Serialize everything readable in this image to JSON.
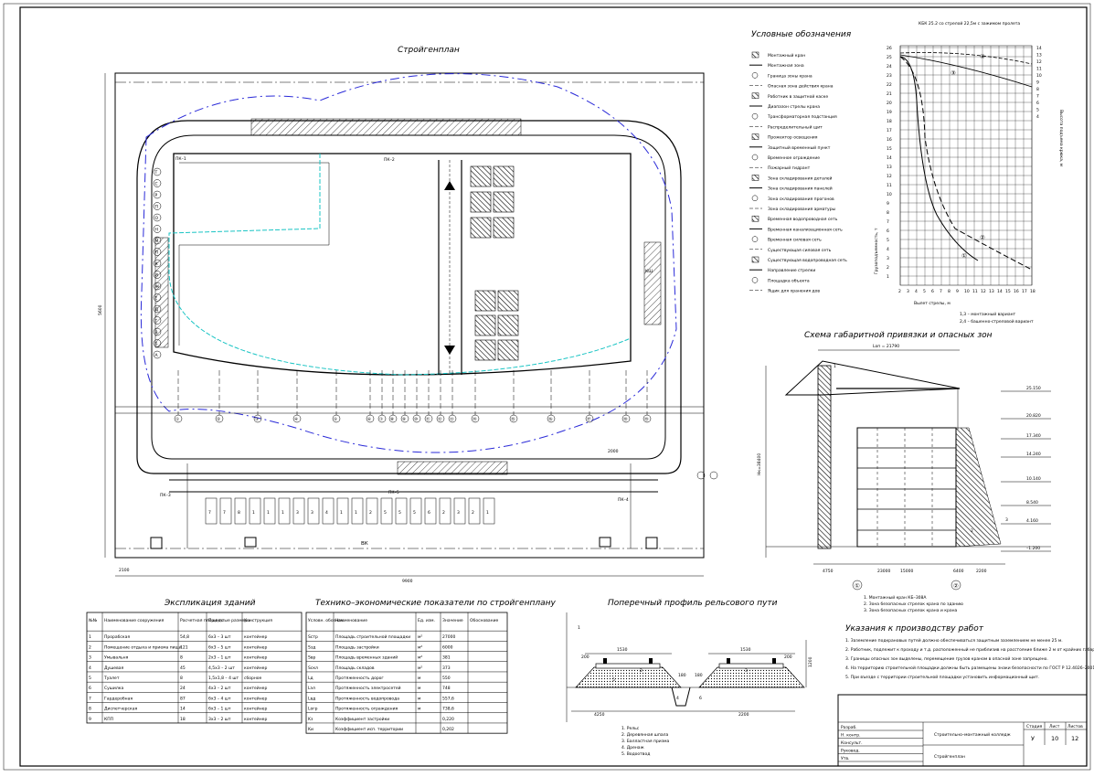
{
  "sheet": {
    "site_plan_title": "Стройгенплан",
    "legend_title": "Условные обозначения",
    "clearance_title": "Схема габаритной привязки и опасных зон",
    "buildings_title": "Экспликация зданий",
    "indicators_title": "Технико–экономические показатели по стройгенплану",
    "track_title": "Поперечный профиль рельсового пути",
    "instructions_title": "Указания к производству работ",
    "crane_chart_title": "КБК 25.2 со стрелой 22,5м с зажимом пролета"
  },
  "legend": {
    "items": [
      {
        "icon": "crane-icon",
        "label": "Монтажный кран"
      },
      {
        "icon": "work-zone-icon",
        "label": "Монтажная зона"
      },
      {
        "icon": "dashed-line-icon",
        "label": "Граница зоны крана"
      },
      {
        "icon": "dashdot-line-icon",
        "label": "Опасная зона действия крана"
      },
      {
        "icon": "circle-icon",
        "label": "Работник в защитной каске"
      },
      {
        "icon": "triangle-icon",
        "label": "Диапазон стрелы крана"
      },
      {
        "icon": "transformer-icon",
        "label": "Трансформаторная подстанция"
      },
      {
        "icon": "distribution-icon",
        "label": "Распределительный щит"
      },
      {
        "icon": "spotlight-icon",
        "label": "Прожектор освещения"
      },
      {
        "icon": "fence-icon",
        "label": "Защитный временный пункт"
      },
      {
        "icon": "temporary-fence-icon",
        "label": "Временное ограждение"
      },
      {
        "icon": "hydrant-icon",
        "label": "Пожарный гидрант"
      },
      {
        "icon": "hatch-1-icon",
        "label": "Зона складирования деталей"
      },
      {
        "icon": "hatch-2-icon",
        "label": "Зона складирования панелей"
      },
      {
        "icon": "hatch-3-icon",
        "label": "Зона складирования прогонов"
      },
      {
        "icon": "hatch-4-icon",
        "label": "Зона складирования арматуры"
      },
      {
        "icon": "water-line-icon",
        "label": "Временная водопроводная сеть"
      },
      {
        "icon": "sewer-line-icon",
        "label": "Временная канализационная сеть"
      },
      {
        "icon": "power-line-icon",
        "label": "Временная силовая сеть"
      },
      {
        "icon": "ex-power-icon",
        "label": "Существующая силовая сеть"
      },
      {
        "icon": "ex-water-icon",
        "label": "Существующая водопроводная сеть"
      },
      {
        "icon": "direction-icon",
        "label": "Направление стрелки"
      },
      {
        "icon": "outline-icon",
        "label": "Площадка объекта"
      },
      {
        "icon": "box-icon",
        "label": "Ящик для хранения дов"
      }
    ]
  },
  "site": {
    "dims": {
      "width": "9900",
      "height": "5600",
      "gap1": "2000",
      "gap2": "2100"
    },
    "stations": [
      "①",
      "②",
      "③",
      "④",
      "⑤",
      "⑥",
      "⑦",
      "⑧",
      "⑨",
      "⑩",
      "⑪",
      "⑫",
      "⑬",
      "⑭",
      "⑮",
      "⑯",
      "⑰",
      "⑱",
      "⑲"
    ],
    "rows": [
      "Т",
      "С",
      "Р",
      "П",
      "О",
      "Н",
      "М",
      "Л",
      "К",
      "И",
      "Ж",
      "Е",
      "Д",
      "Г",
      "В",
      "Б",
      "А"
    ],
    "labels": {
      "pk1": "ПК–1",
      "pk2": "ПК–2",
      "pk3": "ПК–3",
      "pk4": "ПК–4",
      "pk5": "ПК–5",
      "vk": "ВК",
      "ksh": "КШ"
    },
    "temp_buildings": [
      "7",
      "7",
      "8",
      "1",
      "1",
      "1",
      "3",
      "3",
      "4",
      "1",
      "1",
      "2",
      "5",
      "5",
      "5",
      "6",
      "2",
      "3",
      "2",
      "1"
    ]
  },
  "crane_chart": {
    "x_label": "Вылет стрелы, м",
    "y_label": "Грузоподъемность, т",
    "y2_label": "Высота подъема крюка, м",
    "x_ticks": [
      "2",
      "3",
      "4",
      "5",
      "6",
      "7",
      "8",
      "9",
      "10",
      "11",
      "12",
      "13",
      "14",
      "15",
      "16",
      "17",
      "18"
    ],
    "y_ticks": [
      "26",
      "25",
      "24",
      "23",
      "22",
      "21",
      "20",
      "19",
      "18",
      "17",
      "16",
      "15",
      "14",
      "13",
      "12",
      "11",
      "10",
      "9",
      "8",
      "7",
      "6",
      "5",
      "4",
      "3",
      "2",
      "1"
    ],
    "y2_ticks": [
      "14",
      "13",
      "12",
      "11",
      "10",
      "9",
      "8",
      "7",
      "6",
      "5",
      "4"
    ],
    "note1": "1,3 – монтажный вариант",
    "note2": "2,4 – башенно-стреловой вариант",
    "curve_tags": [
      "①",
      "②",
      "③",
      "④"
    ]
  },
  "clearance": {
    "lop": "Lоп = 21790",
    "h": "Hк=38400",
    "levels": [
      "25.150",
      "20.820",
      "17.340",
      "14.240",
      "10.140",
      "8.540",
      "4.160",
      "–1.200"
    ],
    "bottom_dims": [
      "4750",
      "23000",
      "15000",
      "6400",
      "2200"
    ],
    "axes": [
      "①",
      "②"
    ],
    "tags": [
      "1",
      "2",
      "3"
    ],
    "notes": [
      "1. Монтажный кран КБ–308А",
      "2. Зона безопасных стрелок крана по зданию",
      "3. Зона безопасных стрелок крана и крана"
    ]
  },
  "buildings_table": {
    "headers": [
      "№№",
      "Наименование сооружения",
      "Расчетная площадь",
      "Принятые размеры",
      "Конструкция"
    ],
    "rows": [
      [
        "1",
        "Прорабская",
        "54,8",
        "6х3 – 3 шт",
        "контейнер"
      ],
      [
        "2",
        "Помещение отдыха и приема пищи",
        "121",
        "6х3 – 5 шт",
        "контейнер"
      ],
      [
        "3",
        "Умывальня",
        "8",
        "2х3 – 1 шт",
        "контейнер"
      ],
      [
        "4",
        "Душевая",
        "45",
        "4,5х3 – 2 шт",
        "контейнер"
      ],
      [
        "5",
        "Туалет",
        "8",
        "1,5х1,8 – 4 шт",
        "сборное"
      ],
      [
        "6",
        "Сушилка",
        "24",
        "4х3 – 2 шт",
        "контейнер"
      ],
      [
        "7",
        "Гардеробная",
        "87",
        "6х3 – 4 шт",
        "контейнер"
      ],
      [
        "8",
        "Диспетчерская",
        "14",
        "6х3 – 1 шт",
        "контейнер"
      ],
      [
        "9",
        "КПП",
        "18",
        "3х3 – 2 шт",
        "контейнер"
      ]
    ]
  },
  "indicators_table": {
    "headers": [
      "Условн. обознач.",
      "Наименование",
      "Ед. изм.",
      "Значение",
      "Обоснование"
    ],
    "rows": [
      [
        "Sстр",
        "Площадь строительной площадки",
        "м²",
        "27000",
        ""
      ],
      [
        "Sзд",
        "Площадь застройки",
        "м²",
        "6000",
        ""
      ],
      [
        "Sвр",
        "Площадь временных зданий",
        "м²",
        "381",
        ""
      ],
      [
        "Sскл",
        "Площадь складов",
        "м²",
        "373",
        ""
      ],
      [
        "Lд",
        "Протяженность дорог",
        "м",
        "550",
        ""
      ],
      [
        "Lэл",
        "Протяженность электросетей",
        "м",
        "748",
        ""
      ],
      [
        "Lвд",
        "Протяженность водопровода",
        "м",
        "557,6",
        ""
      ],
      [
        "Lогр",
        "Протяженность ограждения",
        "м",
        "738,6",
        ""
      ],
      [
        "Kз",
        "Коэффициент застройки",
        "",
        "0,220",
        ""
      ],
      [
        "Kи",
        "Коэффициент исп. территории",
        "",
        "0,202",
        ""
      ]
    ]
  },
  "track": {
    "dims": [
      "1530",
      "1530",
      "4250",
      "2200"
    ],
    "small": [
      "200",
      "200",
      "180",
      "180",
      "1200"
    ],
    "tags": [
      "1",
      "2",
      "3",
      "4",
      "5",
      "6"
    ],
    "legend": [
      "1. Рельс",
      "2. Деревянная шпала",
      "3. Балластная призма",
      "4. Дренаж",
      "5. Водоотвод"
    ]
  },
  "instructions": {
    "lines": [
      "1. Заземление подкрановых путей должно обеспечиваться защитным заземлением не менее 25 м.",
      "2. Работник, подлежит к проходу и т.д. расположенный не приблизив на расстояние ближе 2 м от крайних габаритов крана при работе.",
      "3. Границы опасных зон выделены, перемещение грузов краном в опасной зоне запрещено.",
      "4. На территорию строительной площадки должны быть размещены знаки безопасности по ГОСТ Р 12.4026–2001",
      "5. При въезде с территории строительной площадки установить информационный щит."
    ]
  },
  "stamp": {
    "title": "Стройгенплан",
    "project": "Строительно–монтажный колледж",
    "labels": [
      "Разраб.",
      "Н. контр.",
      "Консульт.",
      "Руковод.",
      "Утв."
    ],
    "stage_h": "Стадия",
    "sheet_h": "Лист",
    "sheets_h": "Листов",
    "stage": "У",
    "sheet": "10",
    "sheets": "12"
  }
}
